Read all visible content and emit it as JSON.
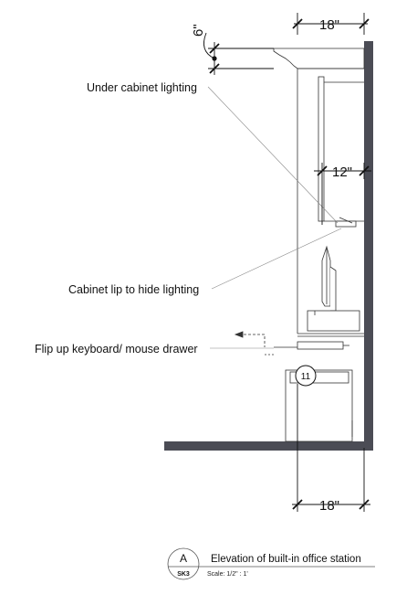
{
  "dimensions": {
    "top_depth": "18\"",
    "crown_height": "6\"",
    "upper_cabinet_depth": "12\"",
    "bottom_depth": "18\""
  },
  "notes": {
    "under_cabinet": "Under cabinet lighting",
    "cabinet_lip": "Cabinet lip to hide lighting",
    "keyboard_drawer": "Flip up keyboard/ mouse drawer"
  },
  "detail_bubble": "11",
  "title_block": {
    "letter": "A",
    "sheet": "SK3",
    "title": "Elevation of built-in office station",
    "scale": "Scale:  1/2\" : 1'"
  }
}
